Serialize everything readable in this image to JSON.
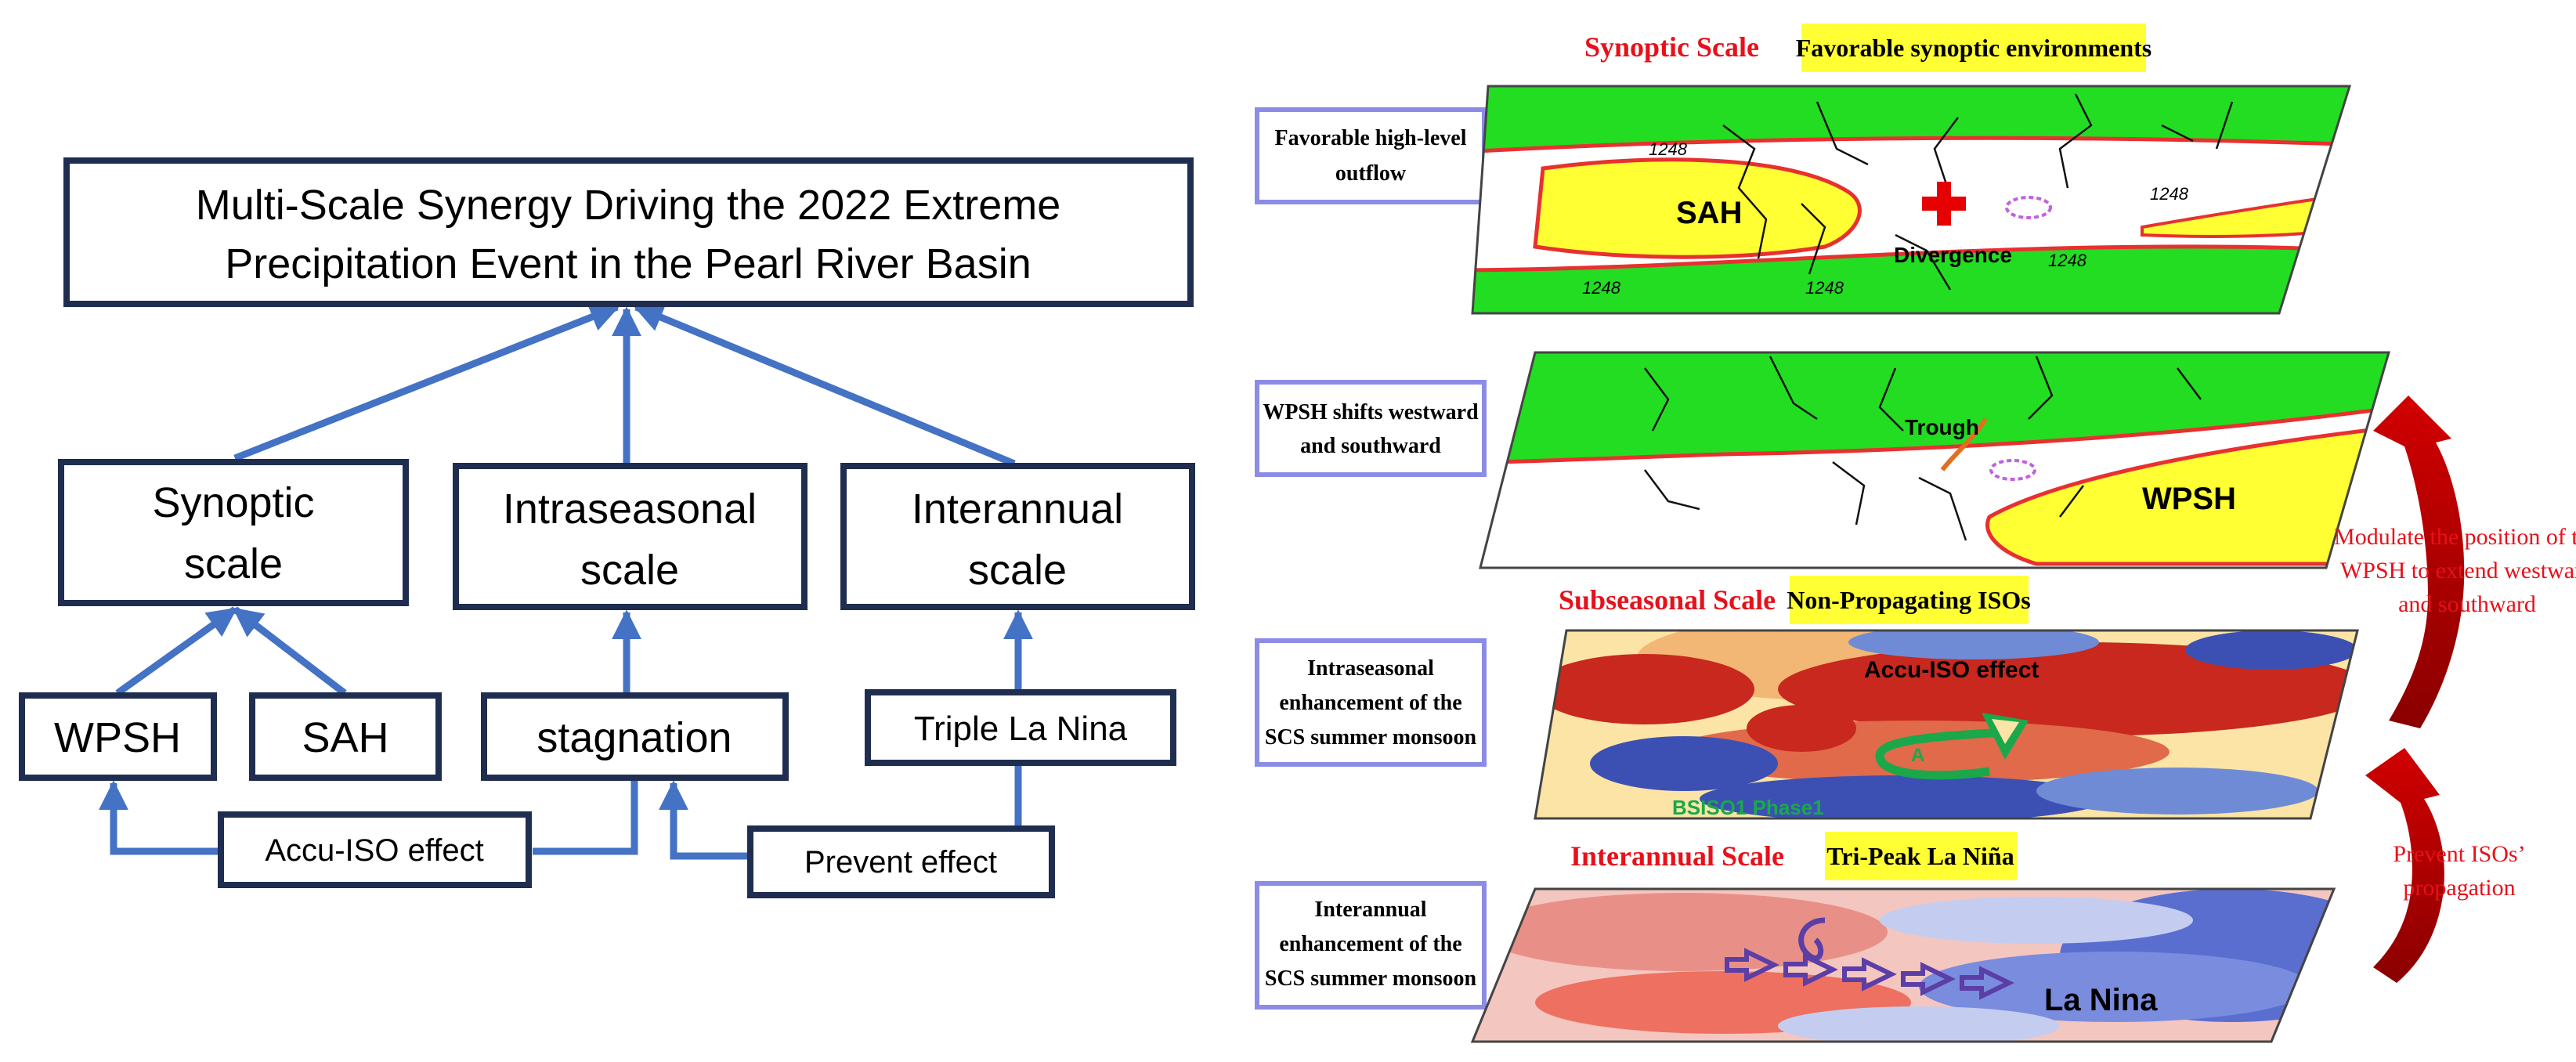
{
  "flowchart": {
    "title_line1": "Multi-Scale Synergy Driving the 2022 Extreme",
    "title_line2": "Precipitation Event in the Pearl River Basin",
    "synoptic": [
      "Synoptic",
      "scale"
    ],
    "intraseasonal": [
      "Intraseasonal",
      "scale"
    ],
    "interannual": [
      "Interannual",
      "scale"
    ],
    "wpsh": "WPSH",
    "sah": "SAH",
    "stagnation": "stagnation",
    "triple_la_nina": "Triple La Nina",
    "accu_iso_effect": "Accu-ISO effect",
    "prevent_effect": "Prevent effect"
  },
  "schematic": {
    "synoptic_header": "Synoptic Scale",
    "synoptic_highlight": "Favorable synoptic environments",
    "subseasonal_header": "Subseasonal Scale",
    "subseasonal_highlight": "Non-Propagating ISOs",
    "interannual_header": "Interannual Scale",
    "interannual_highlight": "Tri-Peak La Niña",
    "label_outflow": [
      "Favorable high-level",
      "outflow"
    ],
    "label_wpsh_shift": [
      "WPSH shifts westward",
      "and southward"
    ],
    "label_intraseasonal": [
      "Intraseasonal",
      "enhancement of the",
      "SCS summer monsoon"
    ],
    "label_interannual": [
      "Interannual",
      "enhancement of the",
      "SCS summer monsoon"
    ],
    "panel1": {
      "sah": "SAH",
      "divergence": "Divergence",
      "contours": [
        "1248",
        "1248",
        "1248",
        "1248",
        "1248"
      ]
    },
    "panel2": {
      "trough": "Trough",
      "wpsh": "WPSH"
    },
    "panel3": {
      "accu_iso": "Accu-ISO effect",
      "bsiso": "BSISO1 Phase1",
      "letter": "A"
    },
    "panel4": {
      "la_nina": "La Nina"
    },
    "modulate_text": [
      "Modulate the position of the",
      "WPSH to extend westward",
      "and southward"
    ],
    "prevent_text": [
      "Prevent ISOs’",
      "propagation"
    ]
  },
  "colors": {
    "box_border": "#1f2d50",
    "arrow_blue": "#4472c4",
    "label_border": "#8c8ce6",
    "header_red": "#e8101a",
    "highlight_yellow": "#ffff33",
    "green_field": "#22dd22",
    "yellow_field": "#ffff33",
    "contour_red": "#e83030",
    "dark_red_arrow": "#c00000",
    "cross_red": "#e60000",
    "iso_green": "#1aa84a",
    "la_nina_purple": "#5b3ea6",
    "warm_red": "#c8281e",
    "cool_blue": "#3c50b4"
  }
}
